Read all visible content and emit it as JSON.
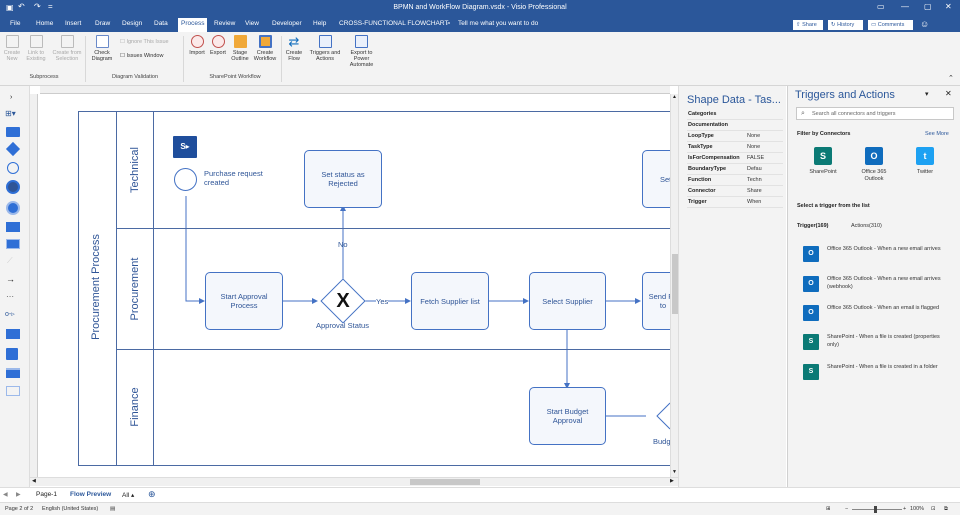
{
  "titlebar": {
    "title": "BPMN and WorkFlow Diagram.vsdx  -  Visio Professional",
    "qat_save_icon": "save-icon",
    "qat_undo_icon": "undo-icon",
    "qat_redo_icon": "redo-icon"
  },
  "menu": {
    "items": [
      "File",
      "Home",
      "Insert",
      "Draw",
      "Design",
      "Data",
      "Process",
      "Review",
      "View",
      "Developer",
      "Help",
      "CROSS-FUNCTIONAL FLOWCHART"
    ],
    "active": "Process",
    "tell_me": "Tell me what you want to do",
    "share": "Share",
    "history": "History",
    "comments": "Comments"
  },
  "ribbon": {
    "subprocess": {
      "create_new": "Create New",
      "link_existing": "Link to Existing",
      "create_from_selection": "Create from Selection",
      "group": "Subprocess"
    },
    "validation": {
      "check_diagram": "Check Diagram",
      "ignore_issue": "Ignore This Issue",
      "issues_window": "Issues Window",
      "group": "Diagram Validation"
    },
    "sharepoint": {
      "import": "Import",
      "export": "Export",
      "stage_outline": "Stage Outline",
      "create_workflow": "Create Workflow",
      "group": "SharePoint Workflow"
    },
    "flow": {
      "create_flow": "Create Flow",
      "triggers_actions": "Triggers and Actions",
      "export_power_automate": "Export to Power Automate"
    }
  },
  "diagram": {
    "pool": "Procurement Process",
    "lanes": [
      "Technical",
      "Procurement",
      "Finance"
    ],
    "start_event": "Purchase request created",
    "tasks": {
      "set_rejected": "Set status as Rejected",
      "start_approval": "Start Approval Process",
      "fetch_supplier": "Fetch Supplier list",
      "select_supplier": "Select Supplier",
      "send_partial": "Send Pu to",
      "set_partial": "Set A",
      "budget_approval": "Start Budget Approval"
    },
    "gateway": "Approval Status",
    "gateway_symbol": "X",
    "label_no": "No",
    "label_yes": "Yes",
    "budg_partial": "Budg"
  },
  "shape_data": {
    "title": "Shape Data - Tas...",
    "rows": [
      {
        "k": "Categories",
        "v": ""
      },
      {
        "k": "Documentation",
        "v": ""
      },
      {
        "k": "LoopType",
        "v": "None"
      },
      {
        "k": "TaskType",
        "v": "None"
      },
      {
        "k": "IsForCompensation",
        "v": "FALSE"
      },
      {
        "k": "BoundaryType",
        "v": "Defau"
      },
      {
        "k": "Function",
        "v": "Techn"
      },
      {
        "k": "Connector",
        "v": "Share"
      },
      {
        "k": "Trigger",
        "v": "When"
      }
    ]
  },
  "triggers_pane": {
    "title": "Triggers and Actions",
    "search_placeholder": "Search all connectors and triggers",
    "filter_label": "Filter by Connectors",
    "see_more": "See More",
    "connectors": [
      {
        "name": "SharePoint",
        "icon": "sharepoint-icon",
        "color": "#0b7a75"
      },
      {
        "name": "Office 365 Outlook",
        "icon": "outlook-icon",
        "color": "#0f6cbd"
      },
      {
        "name": "Twitter",
        "icon": "twitter-icon",
        "color": "#1da1f2"
      }
    ],
    "select_label": "Select a trigger from the list",
    "tab_trigger": "Trigger(169)",
    "tab_actions": "Actions(310)",
    "items": [
      {
        "text": "Office 365 Outlook - When a new email arrives",
        "icon": "outlook-icon",
        "color": "#0f6cbd"
      },
      {
        "text": "Office 365 Outlook - When a new email arrives (webhook)",
        "icon": "outlook-icon",
        "color": "#0f6cbd"
      },
      {
        "text": "Office 365 Outlook - When an email is flagged",
        "icon": "outlook-icon",
        "color": "#0f6cbd"
      },
      {
        "text": "SharePoint - When a file is created (properties only)",
        "icon": "sharepoint-icon",
        "color": "#0b7a75"
      },
      {
        "text": "SharePoint - When a file is created in a folder",
        "icon": "sharepoint-icon",
        "color": "#0b7a75"
      }
    ]
  },
  "tabs": {
    "page1": "Page-1",
    "flow_preview": "Flow Preview",
    "all": "All"
  },
  "status": {
    "page": "Page 2 of 2",
    "language": "English (United States)",
    "zoom": "100%"
  }
}
